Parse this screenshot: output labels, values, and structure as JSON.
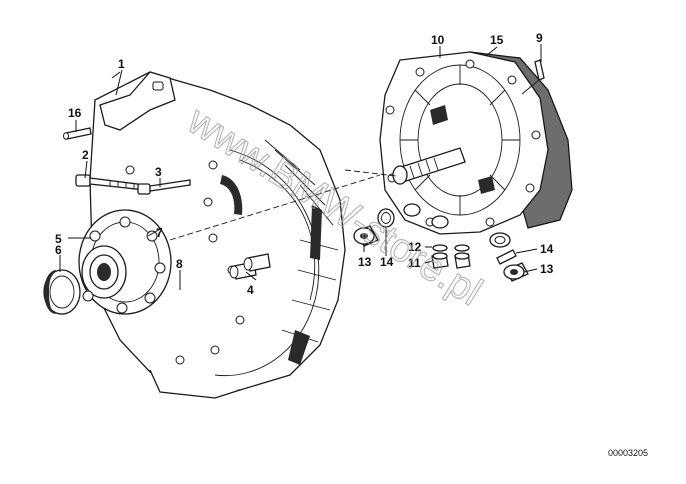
{
  "diagram": {
    "code": "00003205",
    "watermark": "www.BMW-store.pl",
    "callouts": [
      {
        "id": "c1",
        "text": "1"
      },
      {
        "id": "c2",
        "text": "2"
      },
      {
        "id": "c3",
        "text": "3"
      },
      {
        "id": "c4",
        "text": "4"
      },
      {
        "id": "c5",
        "text": "5"
      },
      {
        "id": "c6",
        "text": "6"
      },
      {
        "id": "c7",
        "text": "7"
      },
      {
        "id": "c8",
        "text": "8"
      },
      {
        "id": "c9",
        "text": "9"
      },
      {
        "id": "c10",
        "text": "10"
      },
      {
        "id": "c11",
        "text": "11"
      },
      {
        "id": "c12",
        "text": "12"
      },
      {
        "id": "c13a",
        "text": "13"
      },
      {
        "id": "c13b",
        "text": "13"
      },
      {
        "id": "c14a",
        "text": "14"
      },
      {
        "id": "c14b",
        "text": "14"
      },
      {
        "id": "c15",
        "text": "15"
      },
      {
        "id": "c16",
        "text": "16"
      }
    ]
  }
}
